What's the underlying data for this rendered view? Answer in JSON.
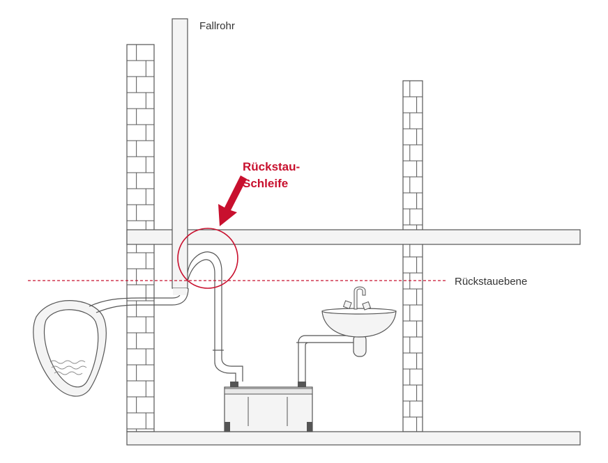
{
  "labels": {
    "fallrohr": "Fallrohr",
    "rueckstau_schleife_line1": "Rückstau-",
    "rueckstau_schleife_line2": "Schleife",
    "rueckstauebene": "Rückstauebene"
  },
  "colors": {
    "accent": "#c8102e",
    "line": "#555555",
    "fill": "#f4f4f4",
    "water": "#888888"
  }
}
